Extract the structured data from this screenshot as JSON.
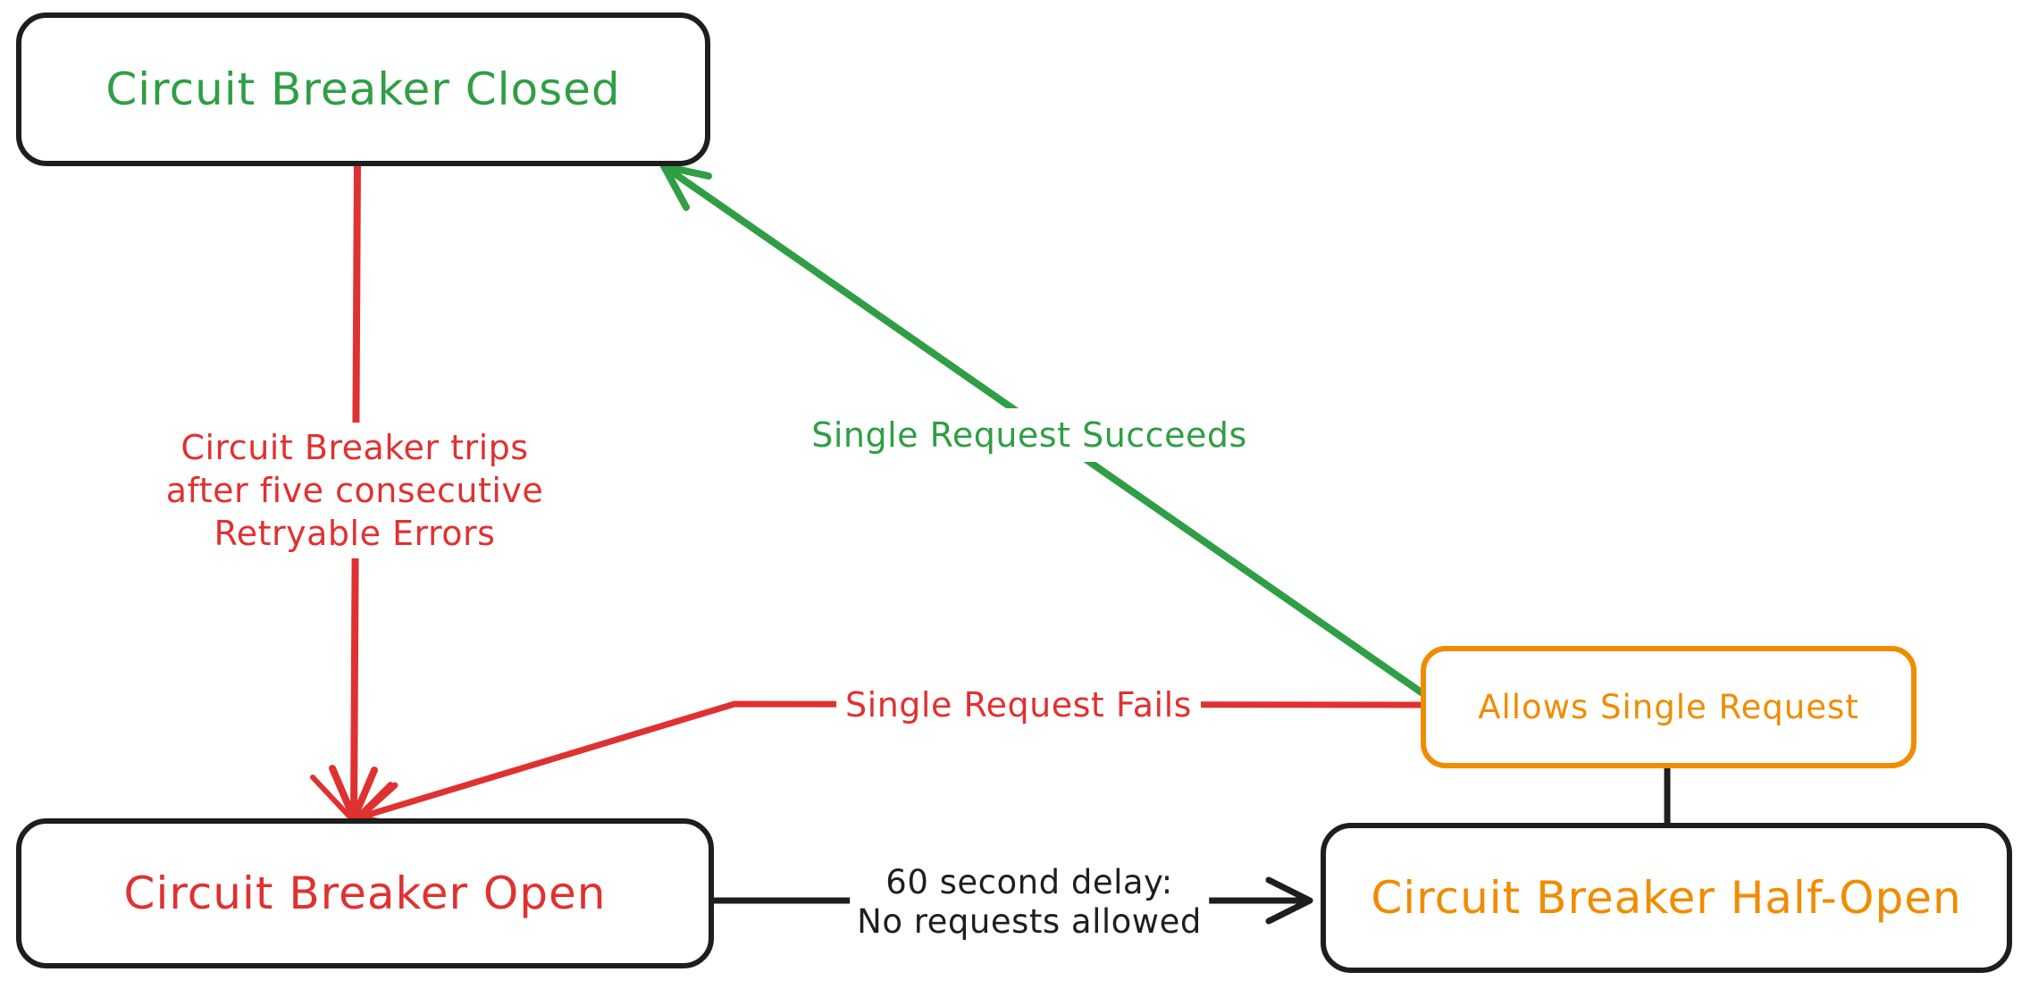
{
  "colors": {
    "node_border": "#1e1e1e",
    "green": "#2f9e44",
    "red": "#e03131",
    "orange": "#f08c00",
    "black": "#1e1e1e",
    "background": "#ffffff"
  },
  "nodes": {
    "closed": {
      "label": "Circuit Breaker Closed",
      "text_color": "#2f9e44"
    },
    "open": {
      "label": "Circuit Breaker Open",
      "text_color": "#e03131"
    },
    "half_open": {
      "label": "Circuit Breaker Half-Open",
      "text_color": "#f08c00"
    },
    "allows_single_request": {
      "label": "Allows Single Request",
      "text_color": "#f08c00",
      "border_color": "#f08c00"
    }
  },
  "edges": {
    "trip": {
      "from": "closed",
      "to": "open",
      "color": "#e03131",
      "label_lines": [
        "Circuit Breaker trips",
        "after five consecutive",
        "Retryable Errors"
      ]
    },
    "success": {
      "from": "allows_single_request",
      "to": "closed",
      "color": "#2f9e44",
      "label": "Single Request Succeeds"
    },
    "fail": {
      "from": "allows_single_request",
      "to": "open",
      "color": "#e03131",
      "label": "Single Request Fails"
    },
    "delay": {
      "from": "open",
      "to": "half_open",
      "color": "#1e1e1e",
      "label_lines": [
        "60 second delay:",
        "No requests allowed"
      ]
    },
    "half_open_link": {
      "from": "allows_single_request",
      "to": "half_open",
      "color": "#1e1e1e"
    }
  }
}
